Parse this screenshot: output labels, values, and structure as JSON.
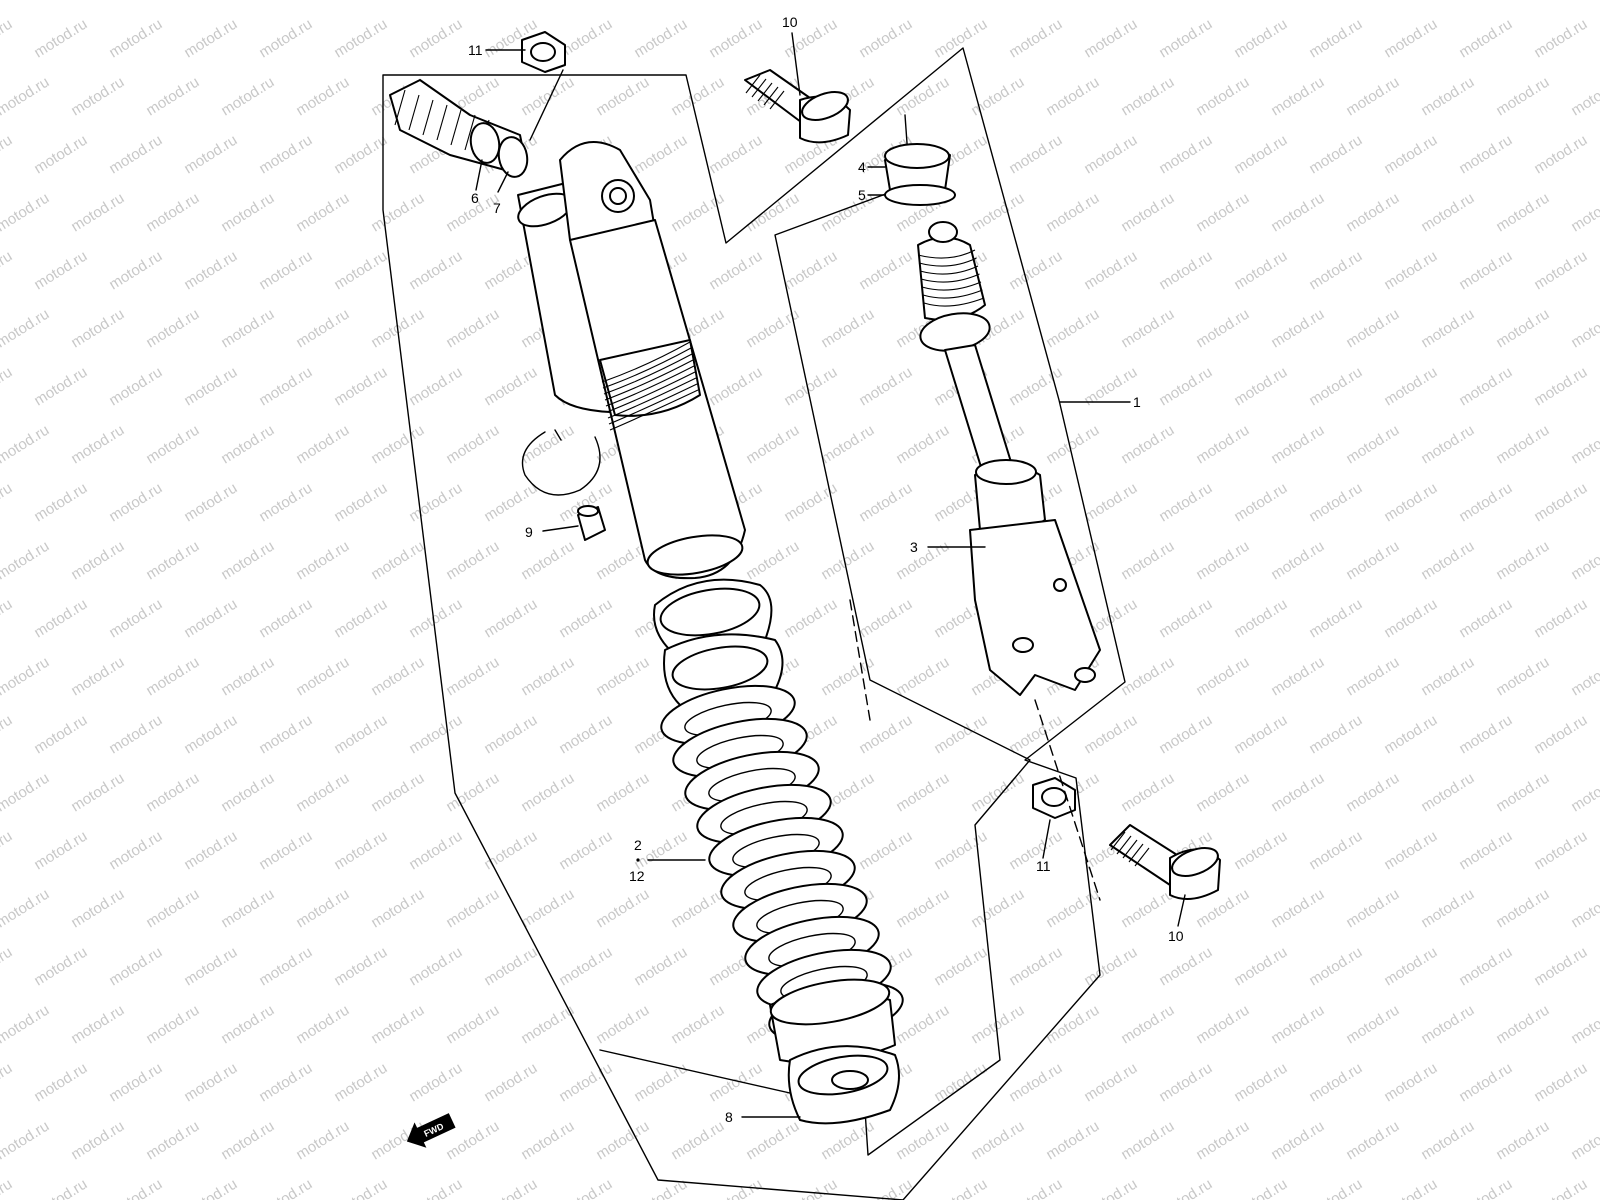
{
  "watermark": "motod.ru",
  "fwd_label": "FWD",
  "callouts": {
    "c1": "1",
    "c2": "2",
    "c3": "3",
    "c4": "4",
    "c5": "5",
    "c6": "6",
    "c7": "7",
    "c8": "8",
    "c9": "9",
    "c10_top": "10",
    "c10_bottom": "10",
    "c11_top": "11",
    "c11_bottom": "11",
    "c12": "12"
  }
}
